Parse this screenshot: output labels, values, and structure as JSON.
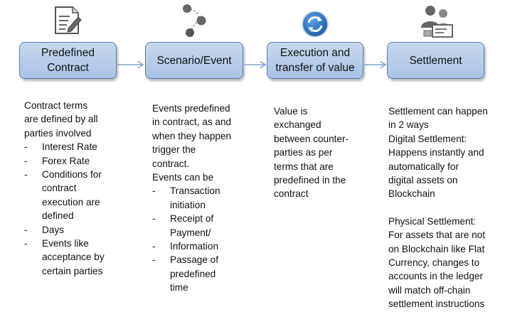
{
  "icons": {
    "predefined_contract": "document-edit-icon",
    "scenario_event": "path-steps-icon",
    "execution": "refresh-icon",
    "settlement": "people-payment-icon"
  },
  "colors": {
    "box_fill": "#b8cdea",
    "box_border": "#5a7fb0",
    "arrow": "#7fa2cf",
    "refresh_icon": "#2e74b5"
  },
  "steps": [
    {
      "label_lines": [
        "Predefined",
        "Contract"
      ]
    },
    {
      "label_lines": [
        "Scenario/Event"
      ]
    },
    {
      "label_lines": [
        "Execution and",
        "transfer of value"
      ]
    },
    {
      "label_lines": [
        "Settlement"
      ]
    }
  ],
  "columns": {
    "contract": {
      "intro": [
        "Contract terms",
        "are defined by all",
        "parties involved"
      ],
      "bullet_marker": "-",
      "bullets": [
        [
          "Interest Rate"
        ],
        [
          "Forex Rate"
        ],
        [
          "Conditions for",
          "contract",
          "execution are",
          "defined"
        ],
        [
          "Days"
        ],
        [
          "Events like",
          "acceptance by",
          "certain parties"
        ]
      ]
    },
    "scenario": {
      "intro": [
        "Events predefined",
        "in contract, as and",
        "when they happen",
        "trigger the",
        "contract.",
        "Events can be"
      ],
      "bullet_marker": "-",
      "bullets": [
        [
          "Transaction",
          "initiation"
        ],
        [
          "Receipt of",
          "Payment/"
        ],
        [
          "Information"
        ],
        [
          "Passage of",
          "predefined",
          "time"
        ]
      ]
    },
    "execution": {
      "text": [
        "Value is",
        "exchanged",
        "between counter-",
        "parties as per",
        "terms that are",
        "predefined in the",
        "contract"
      ]
    },
    "settlement": {
      "para1": [
        "Settlement can happen",
        "in 2 ways",
        "Digital Settlement:",
        "Happens instantly and",
        "automatically for",
        "digital assets on",
        "Blockchain"
      ],
      "para2": [
        "Physical Settlement:",
        "For assets that are not",
        "on Blockchain like Flat",
        "Currency, changes to",
        "accounts in the ledger",
        "will match off-chain",
        "settlement instructions"
      ]
    }
  }
}
